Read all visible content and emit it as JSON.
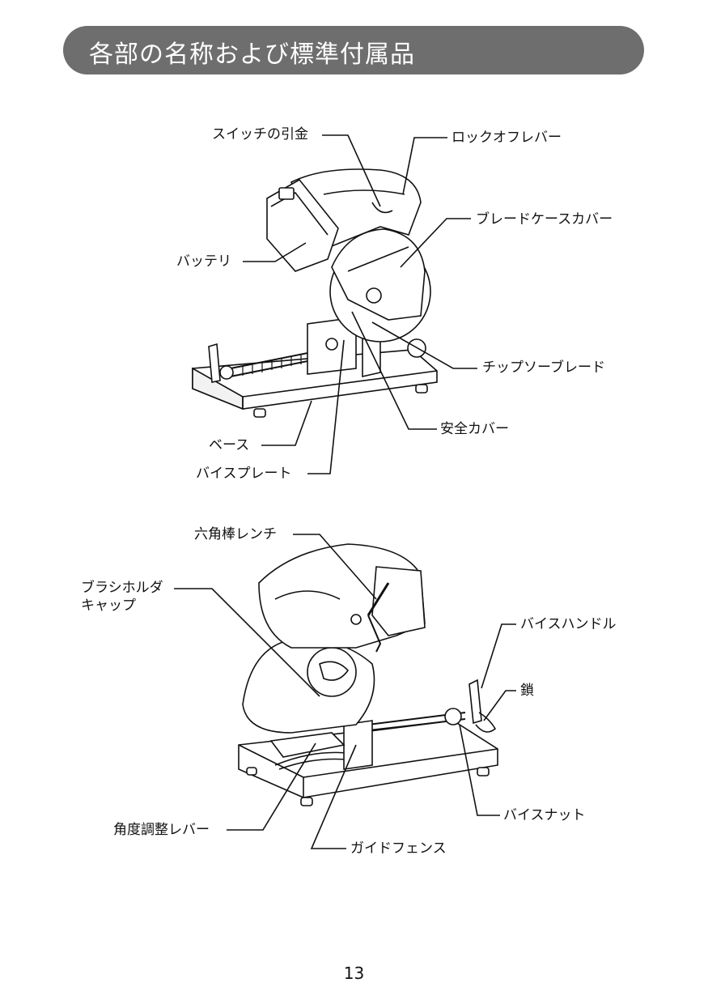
{
  "header": {
    "title": "各部の名称および標準付属品"
  },
  "figure1": {
    "labels": {
      "switch_trigger": "スイッチの引金",
      "lock_off_lever": "ロックオフレバー",
      "blade_case_cover": "ブレードケースカバー",
      "battery": "バッテリ",
      "tip_saw_blade": "チップソーブレード",
      "safety_cover": "安全カバー",
      "base": "ベース",
      "vise_plate": "バイスプレート"
    }
  },
  "figure2": {
    "labels": {
      "hex_wrench": "六角棒レンチ",
      "brush_holder_cap_1": "ブラシホルダ",
      "brush_holder_cap_2": "キャップ",
      "vise_handle": "バイスハンドル",
      "chain": "鎖",
      "vise_nut": "バイスナット",
      "angle_lever": "角度調整レバー",
      "guide_fence": "ガイドフェンス"
    }
  },
  "footer": {
    "page_number": "13"
  }
}
